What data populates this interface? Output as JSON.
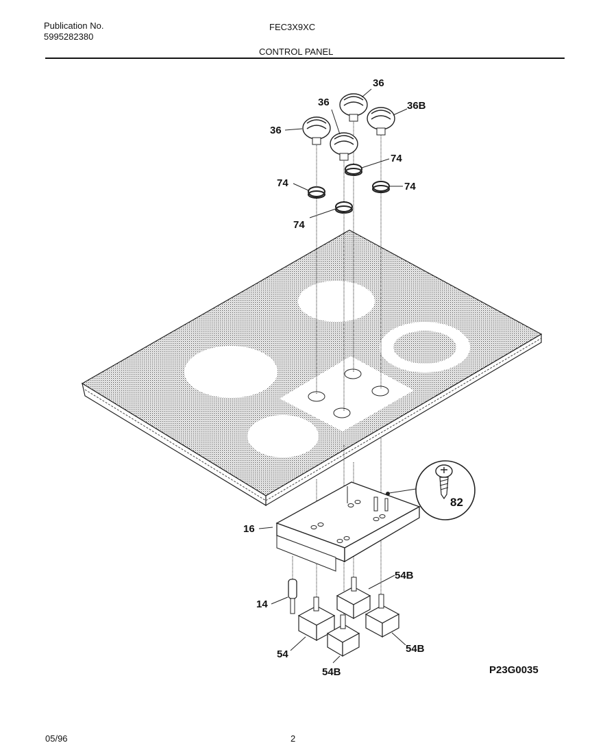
{
  "header": {
    "publication_label": "Publication No.",
    "publication_number": "5995282380",
    "model": "FEC3X9XC",
    "section_title": "CONTROL PANEL"
  },
  "callouts": {
    "knob_left": "36",
    "knob_mid": "36",
    "knob_top": "36",
    "knob_right": "36B",
    "ring_a": "74",
    "ring_b": "74",
    "ring_c": "74",
    "ring_d": "74",
    "screw": "82",
    "bracket": "16",
    "sensor": "14",
    "switch_left": "54",
    "switch_front": "54B",
    "switch_upper": "54B",
    "switch_right": "54B"
  },
  "footer": {
    "date": "05/96",
    "page": "2",
    "figure_id": "P23G0035"
  }
}
